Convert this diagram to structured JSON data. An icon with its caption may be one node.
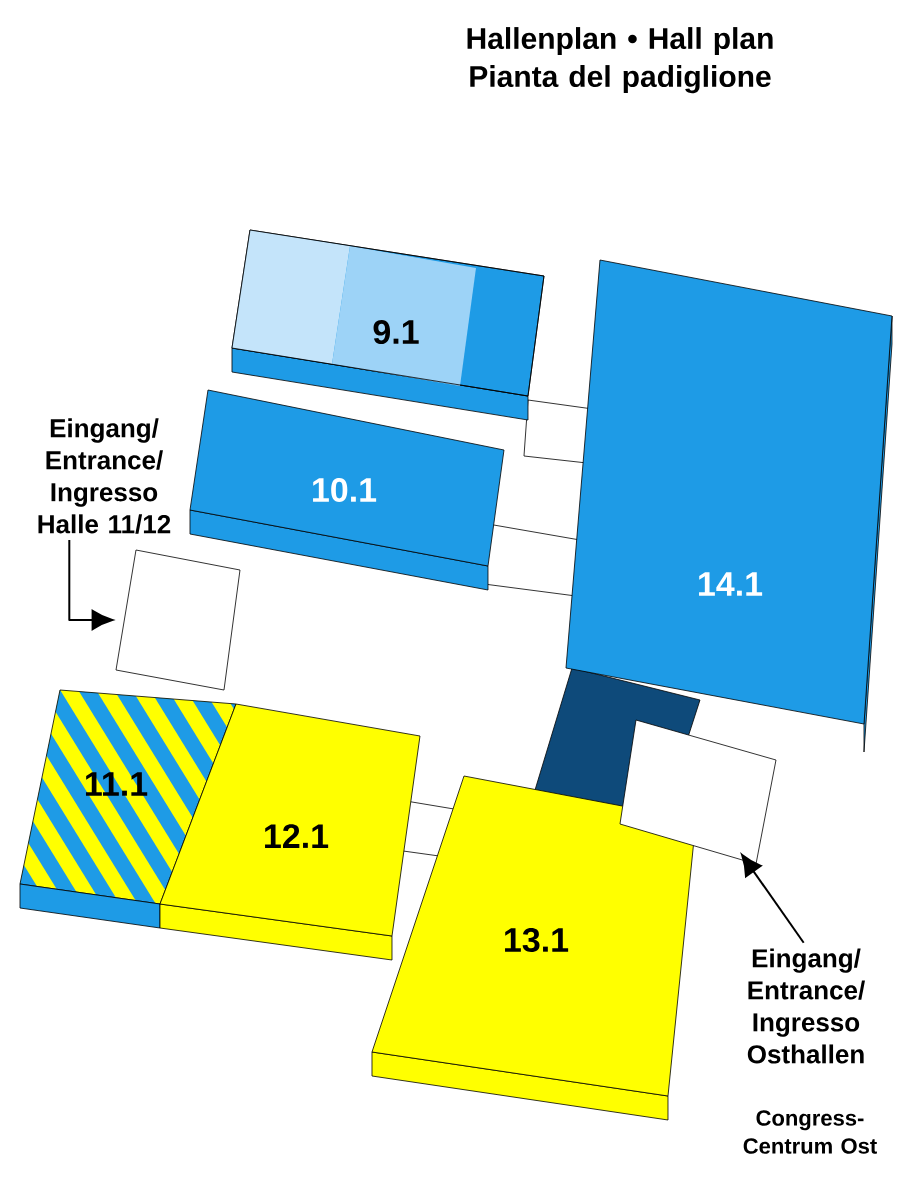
{
  "diagram": {
    "title": "Hallenplan • Hall plan Pianta del padiglione",
    "nodes": [
      {
        "text": [
          "Eingang/ Entrance/ Ingresso Halle 11/12"
        ]
      },
      {
        "text": [],
        "shape": "box"
      },
      {
        "text": [
          "9.1"
        ]
      },
      {
        "text": [
          "10.1"
        ]
      },
      {
        "text": [
          "14.1"
        ]
      },
      {
        "text": [
          "11.1"
        ]
      },
      {
        "text": [
          "12.1"
        ]
      },
      {
        "text": [
          "13.1"
        ]
      },
      {
        "text": [],
        "shape": "box"
      },
      {
        "text": [
          "Eingang/ Entrance/ Ingresso Osthallen"
        ]
      }
    ],
    "edges": [
      {
        "from": 0,
        "to": 1,
        "arrow": "to"
      },
      {
        "from": 9,
        "to": 8,
        "arrow": "to"
      }
    ],
    "labels": [
      "Congress-Centrum Ost"
    ]
  }
}
